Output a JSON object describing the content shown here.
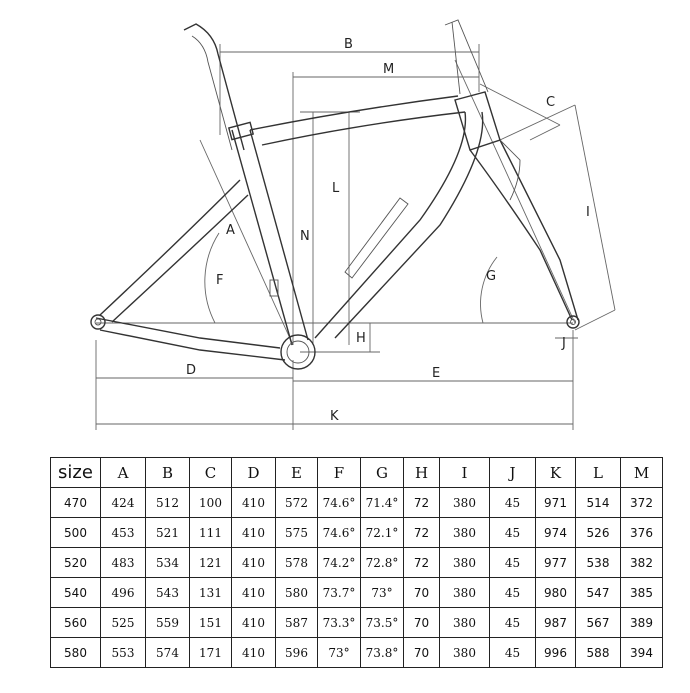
{
  "diagram": {
    "labels": [
      "A",
      "B",
      "C",
      "D",
      "E",
      "F",
      "G",
      "H",
      "I",
      "J",
      "K",
      "L",
      "M",
      "N"
    ]
  },
  "table": {
    "headers": [
      "size",
      "A",
      "B",
      "C",
      "D",
      "E",
      "F",
      "G",
      "H",
      "I",
      "J",
      "K",
      "L",
      "M"
    ],
    "rows": [
      [
        "470",
        "424",
        "512",
        "100",
        "410",
        "572",
        "74.6°",
        "71.4°",
        "72",
        "380",
        "45",
        "971",
        "514",
        "372"
      ],
      [
        "500",
        "453",
        "521",
        "111",
        "410",
        "575",
        "74.6°",
        "72.1°",
        "72",
        "380",
        "45",
        "974",
        "526",
        "376"
      ],
      [
        "520",
        "483",
        "534",
        "121",
        "410",
        "578",
        "74.2°",
        "72.8°",
        "72",
        "380",
        "45",
        "977",
        "538",
        "382"
      ],
      [
        "540",
        "496",
        "543",
        "131",
        "410",
        "580",
        "73.7°",
        "73°",
        "70",
        "380",
        "45",
        "980",
        "547",
        "385"
      ],
      [
        "560",
        "525",
        "559",
        "151",
        "410",
        "587",
        "73.3°",
        "73.5°",
        "70",
        "380",
        "45",
        "987",
        "567",
        "389"
      ],
      [
        "580",
        "553",
        "574",
        "171",
        "410",
        "596",
        "73°",
        "73.8°",
        "70",
        "380",
        "45",
        "996",
        "588",
        "394"
      ]
    ]
  }
}
